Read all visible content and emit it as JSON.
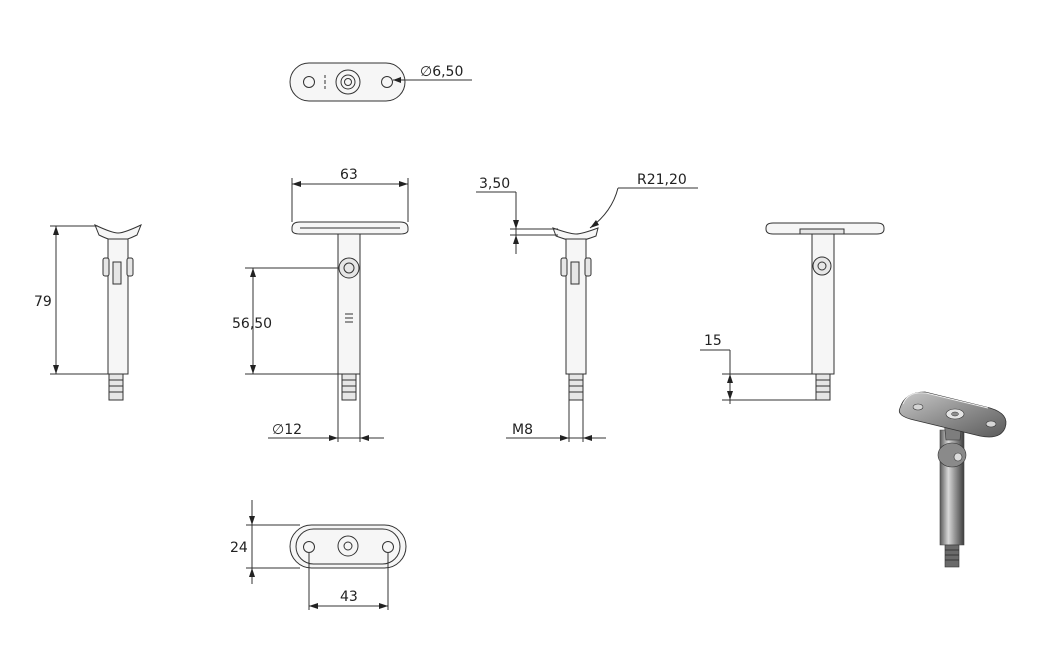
{
  "dimensions": {
    "hole_diameter": "∅6,50",
    "total_height": "79",
    "plate_length": "63",
    "pivot_height": "56,50",
    "tube_diameter": "∅12",
    "plate_thickness": "3,50",
    "saddle_radius": "R21,20",
    "thread": "M8",
    "thread_length": "15",
    "plate_width": "24",
    "hole_spacing": "43"
  }
}
